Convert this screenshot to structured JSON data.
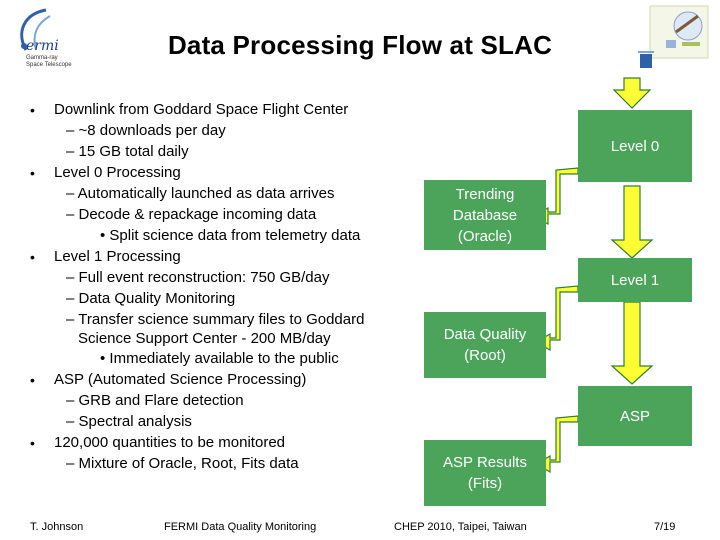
{
  "slide": {
    "title": "Data Processing Flow at SLAC",
    "bullets": [
      {
        "level": 1,
        "text": "Downlink from Goddard Space Flight Center"
      },
      {
        "level": 2,
        "text": "– ~8 downloads per day"
      },
      {
        "level": 2,
        "text": "– 15 GB total daily"
      },
      {
        "level": 1,
        "text": "Level 0 Processing"
      },
      {
        "level": 2,
        "text": "– Automatically launched as data arrives"
      },
      {
        "level": 2,
        "text": "– Decode & repackage incoming data"
      },
      {
        "level": 3,
        "text": "• Split science data from telemetry data"
      },
      {
        "level": 1,
        "text": "Level 1 Processing"
      },
      {
        "level": 2,
        "text": "– Full event reconstruction: 750 GB/day"
      },
      {
        "level": 2,
        "text": "– Data Quality Monitoring"
      },
      {
        "level": 2,
        "text": "– Transfer science summary files to Goddard"
      },
      {
        "level": 2,
        "text": "Science Support Center - 200 MB/day"
      },
      {
        "level": 3,
        "text": "• Immediately available to the public"
      },
      {
        "level": 1,
        "text": "ASP (Automated Science Processing)"
      },
      {
        "level": 2,
        "text": "– GRB and Flare detection"
      },
      {
        "level": 2,
        "text": "– Spectral analysis"
      },
      {
        "level": 1,
        "text": "120,000 quantities to be monitored"
      },
      {
        "level": 2,
        "text": "– Mixture of Oracle, Root, Fits data"
      }
    ],
    "bullet_glyph": "•"
  },
  "flow": {
    "level0": "Level 0",
    "level1": "Level 1",
    "asp": "ASP",
    "trending": [
      "Trending",
      "Database",
      "(Oracle)"
    ],
    "dataquality": [
      "Data Quality",
      "(Root)"
    ],
    "aspresults": [
      "ASP Results",
      "(Fits)"
    ]
  },
  "logo": {
    "fermi_text": "ermi",
    "fermi_sub1": "Gamma-ray",
    "fermi_sub2": "Space Telescope"
  },
  "footer": {
    "author": "T. Johnson",
    "topic": "FERMI Data Quality Monitoring",
    "conference": "CHEP 2010, Taipei, Taiwan",
    "page": "7/19"
  },
  "colors": {
    "box_green": "#4ca35a",
    "arrow_yellow": "#ffff33",
    "arrow_outline": "#2e7d32"
  }
}
